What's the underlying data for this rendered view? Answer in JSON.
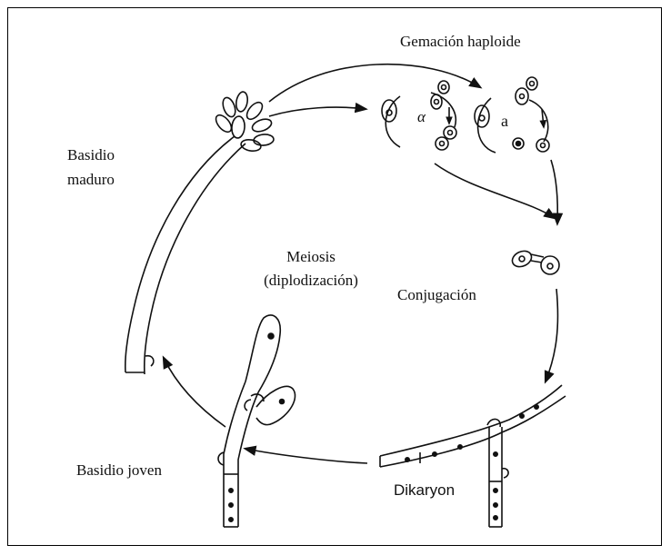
{
  "labels": {
    "gemacion": "Gemación haploide",
    "basidio_maduro_1": "Basidio",
    "basidio_maduro_2": "maduro",
    "meiosis_1": "Meiosis",
    "meiosis_2": "(diplodización)",
    "conjugacion": "Conjugación",
    "basidio_joven": "Basidio joven",
    "dikaryon": "Dikaryon"
  },
  "mating_types": {
    "left": "α",
    "right": "a"
  }
}
